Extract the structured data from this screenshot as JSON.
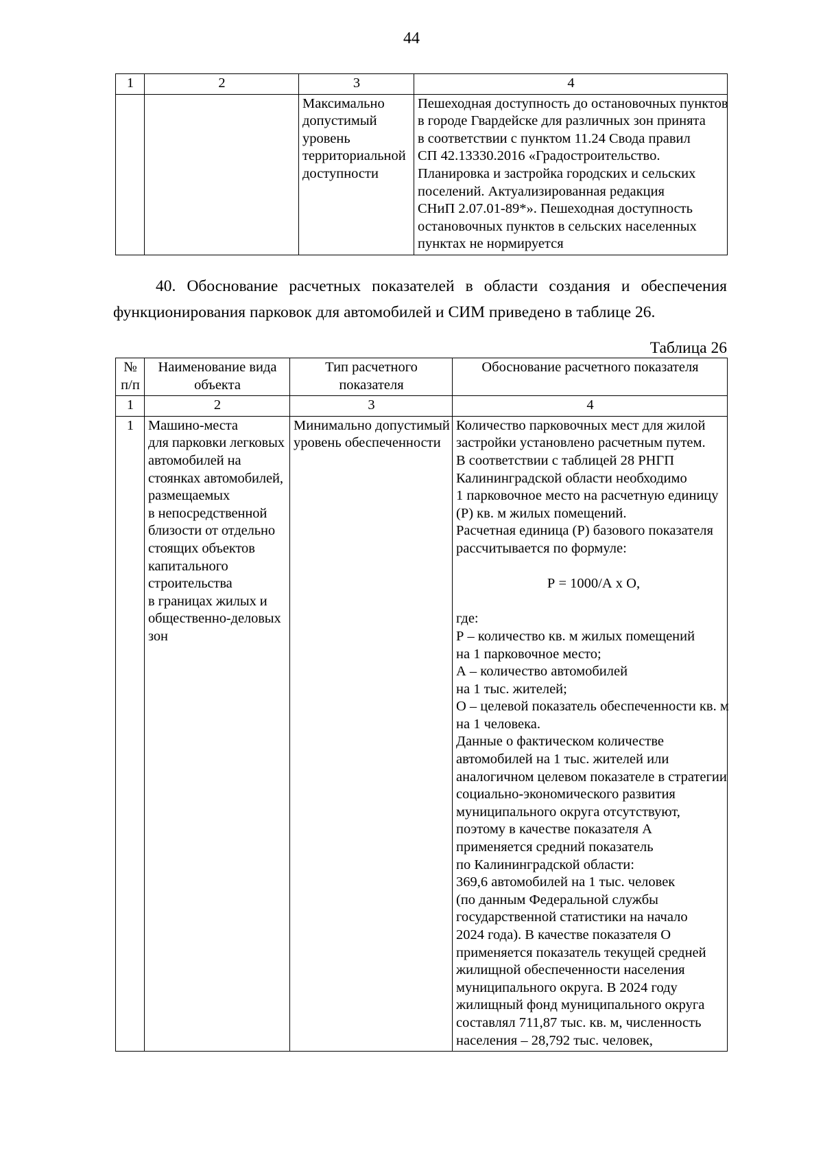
{
  "page": {
    "number": "44"
  },
  "table_continuation": {
    "column_numbers": [
      "1",
      "2",
      "3",
      "4"
    ],
    "row": {
      "col1": "",
      "col2": "",
      "col3_lines": [
        "Максимально",
        "допустимый",
        "уровень",
        "территориальной",
        "доступности"
      ],
      "col4_lines": [
        "Пешеходная доступность до остановочных пунктов",
        "в городе Гвардейске для различных зон принята",
        "в соответствии с пунктом 11.24 Свода правил",
        "СП 42.13330.2016 «Градостроительство.",
        "Планировка и застройка городских и сельских",
        "поселений. Актуализированная редакция",
        "СНиП 2.07.01-89*». Пешеходная доступность",
        "остановочных пунктов в сельских населенных",
        "пунктах не нормируется"
      ]
    }
  },
  "paragraph_40": "40. Обоснование расчетных показателей в области создания и обеспечения функционирования парковок для автомобилей и СИМ приведено в таблице 26.",
  "table26": {
    "caption": "Таблица 26",
    "headers": [
      {
        "line1": "№",
        "line2": "п/п"
      },
      {
        "line1": "Наименование вида",
        "line2": "объекта"
      },
      {
        "line1": "Тип расчетного",
        "line2": "показателя"
      },
      {
        "line1": "Обоснование расчетного показателя",
        "line2": ""
      }
    ],
    "column_numbers": [
      "1",
      "2",
      "3",
      "4"
    ],
    "rows": [
      {
        "num": "1",
        "col2_lines": [
          "Машино-места",
          "для парковки легковых",
          "автомобилей на",
          "стоянках автомобилей,",
          "размещаемых",
          "в непосредственной",
          "близости от отдельно",
          "стоящих объектов",
          "капитального",
          "строительства",
          "в границах жилых и",
          "общественно-деловых",
          "зон"
        ],
        "col3_lines": [
          "Минимально допустимый",
          "уровень обеспеченности"
        ],
        "col4_lines": [
          "Количество парковочных мест для жилой",
          "застройки установлено расчетным путем.",
          "В соответствии с таблицей 28 РНГП",
          "Калининградской области необходимо",
          "1 парковочное место на расчетную единицу",
          "(Р) кв. м жилых помещений.",
          "Расчетная единица (Р) базового показателя",
          "рассчитывается по формуле:",
          "",
          "Р = 1000/А х О,",
          "",
          "где:",
          "Р – количество кв. м жилых помещений",
          "на 1 парковочное место;",
          "А – количество автомобилей",
          "на 1 тыс. жителей;",
          "О – целевой показатель обеспеченности кв. м",
          "на 1 человека.",
          "Данные о фактическом количестве",
          "автомобилей на 1 тыс. жителей или",
          "аналогичном целевом показателе в стратегии",
          "социально-экономического развития",
          "муниципального округа отсутствуют,",
          "поэтому в качестве показателя А",
          "применяется средний показатель",
          "по Калининградской области:",
          "369,6 автомобилей на 1 тыс. человек",
          "(по данным Федеральной службы",
          "государственной статистики на начало",
          "2024 года). В качестве показателя О",
          "применяется показатель текущей средней",
          "жилищной обеспеченности населения",
          "муниципального округа. В 2024 году",
          "жилищный фонд муниципального округа",
          "составлял 711,87 тыс. кв. м, численность",
          "населения – 28,792 тыс. человек,"
        ]
      }
    ]
  }
}
